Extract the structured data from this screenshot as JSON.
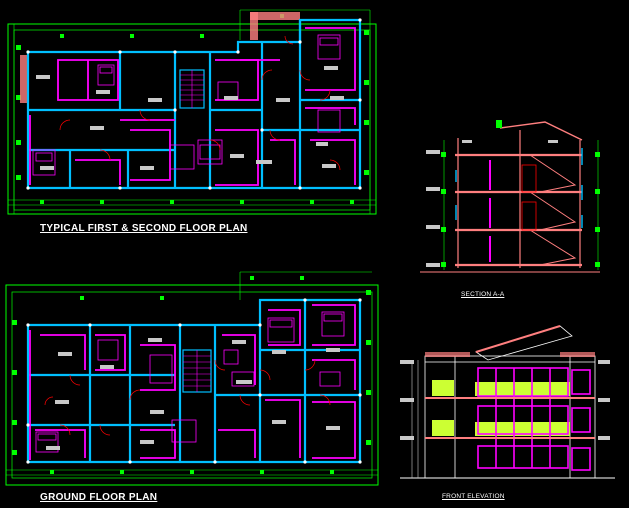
{
  "drawing": {
    "labels": {
      "typical_floor": "TYPICAL FIRST & SECOND FLOOR PLAN",
      "section": "SECTION A-A",
      "ground_floor": "GROUND FLOOR PLAN",
      "front_elevation": "FRONT  ELEVATION"
    },
    "colors": {
      "background": "#000000",
      "dimension": "#00ff00",
      "wall": "#00bfff",
      "partition": "#ff00ff",
      "door": "#ff0000",
      "text_block": "#c8c8c8",
      "label": "#ffffff",
      "hatch": "#ff7f7f",
      "railing": "#ccff33"
    }
  }
}
